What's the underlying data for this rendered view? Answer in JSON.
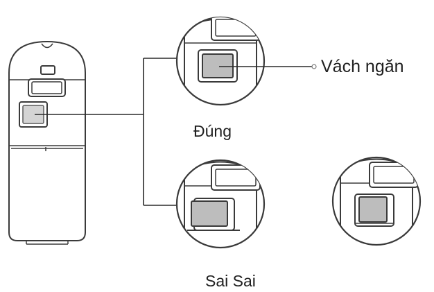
{
  "labels": {
    "partition": "Vách ngăn",
    "correct": "Đúng",
    "wrong": "Sai Sai"
  },
  "colors": {
    "ink": "#3a3a3a",
    "partition_fill": "#bdbdbd",
    "background": "#ffffff"
  }
}
